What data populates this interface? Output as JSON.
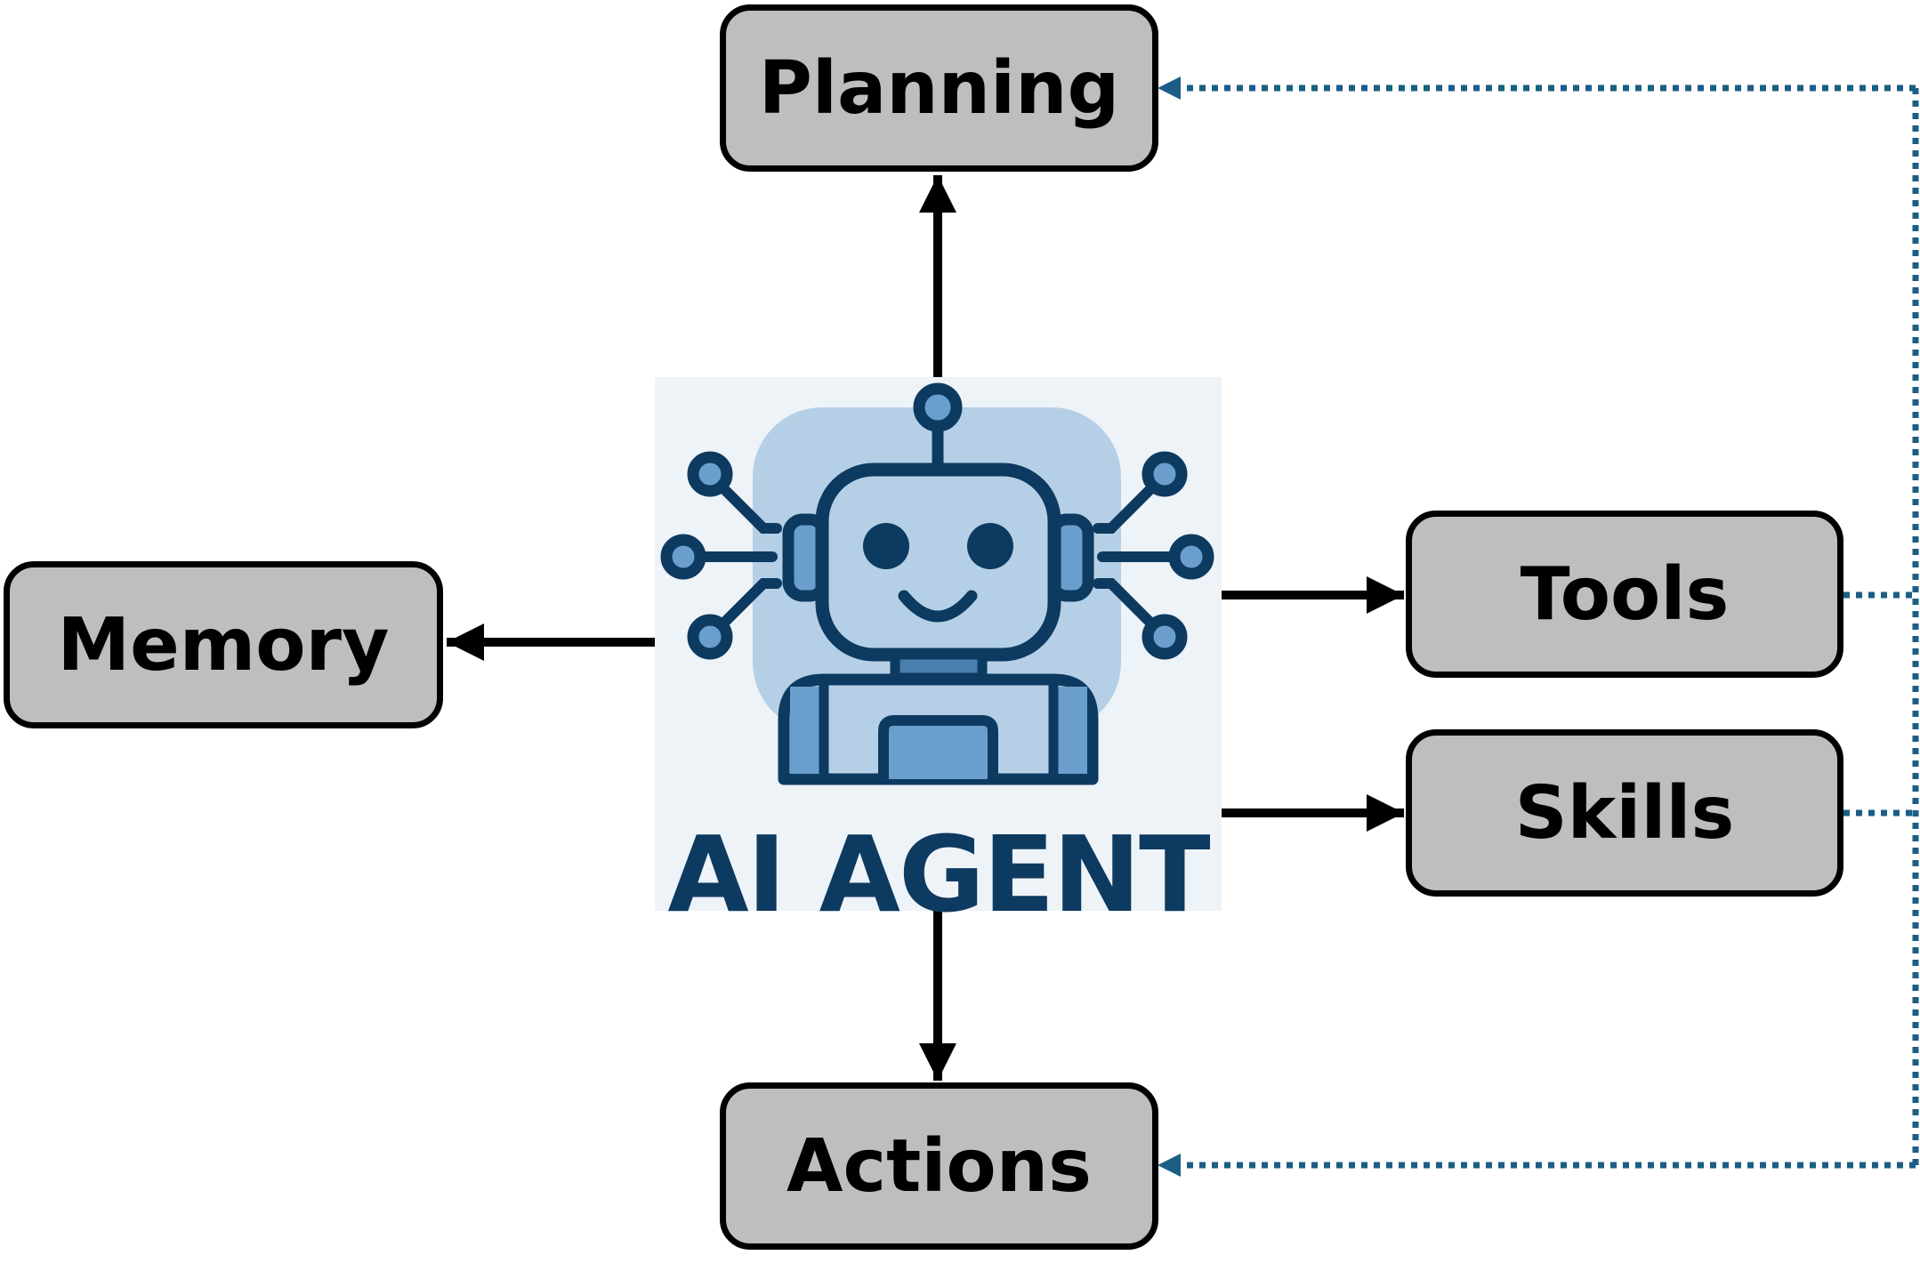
{
  "diagram": {
    "center": {
      "label": "AI AGENT",
      "icon": "robot-icon"
    },
    "nodes": {
      "planning": "Planning",
      "memory": "Memory",
      "tools": "Tools",
      "skills": "Skills",
      "actions": "Actions"
    },
    "edges": [
      {
        "from": "AI AGENT",
        "to": "Planning",
        "style": "solid"
      },
      {
        "from": "AI AGENT",
        "to": "Memory",
        "style": "solid"
      },
      {
        "from": "AI AGENT",
        "to": "Tools",
        "style": "solid"
      },
      {
        "from": "AI AGENT",
        "to": "Skills",
        "style": "solid"
      },
      {
        "from": "AI AGENT",
        "to": "Actions",
        "style": "solid"
      },
      {
        "from": "Tools",
        "to": "Planning",
        "style": "dotted"
      },
      {
        "from": "Skills",
        "to": "Planning",
        "style": "dotted"
      },
      {
        "from": "Tools",
        "to": "Actions",
        "style": "dotted"
      },
      {
        "from": "Skills",
        "to": "Actions",
        "style": "dotted"
      }
    ],
    "colors": {
      "box_fill": "#bebebe",
      "box_border": "#000000",
      "solid_arrow": "#000000",
      "dotted_arrow": "#1b5e85",
      "agent_background": "#eef3f8",
      "robot_tile": "#b5d0e6",
      "robot_outline": "#0d3a60",
      "robot_accent": "#6a9fcd"
    }
  }
}
